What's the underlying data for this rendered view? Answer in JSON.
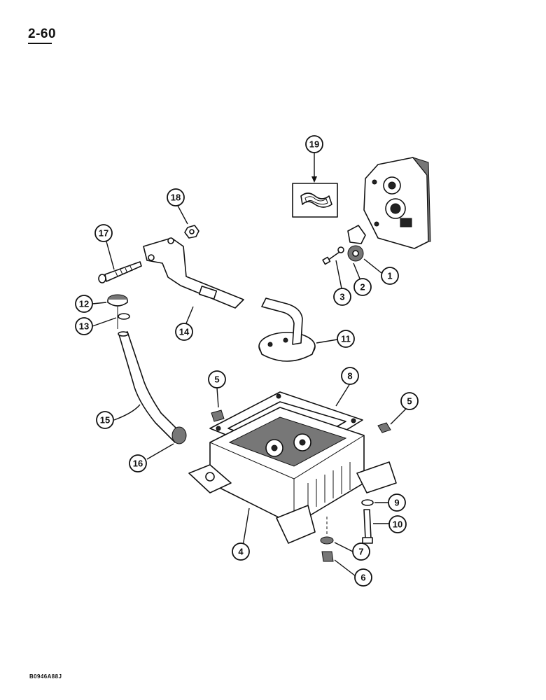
{
  "page_number": "2-60",
  "drawing_code": "B0946A88J",
  "callouts": {
    "c1": "1",
    "c2": "2",
    "c3": "3",
    "c4": "4",
    "c5a": "5",
    "c5b": "5",
    "c6": "6",
    "c7": "7",
    "c8": "8",
    "c9": "9",
    "c10": "10",
    "c11": "11",
    "c12": "12",
    "c13": "13",
    "c14": "14",
    "c15": "15",
    "c16": "16",
    "c17": "17",
    "c18": "18",
    "c19": "19"
  }
}
